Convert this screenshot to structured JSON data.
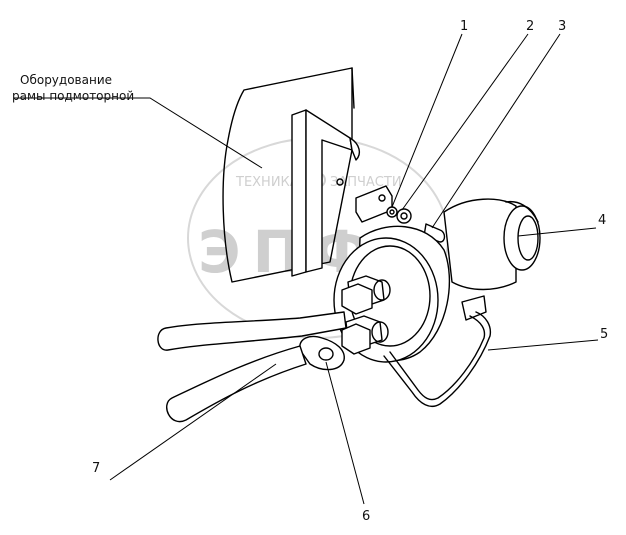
{
  "note": {
    "line1": "Оборудование",
    "line2": "рамы подмоторной"
  },
  "watermark": {
    "top": "ТЕХНИКА",
    "top_right": "ЗАПЧАСТИ",
    "letters": "ЭПФ"
  },
  "callouts": [
    "1",
    "2",
    "3",
    "4",
    "5",
    "6",
    "7"
  ]
}
